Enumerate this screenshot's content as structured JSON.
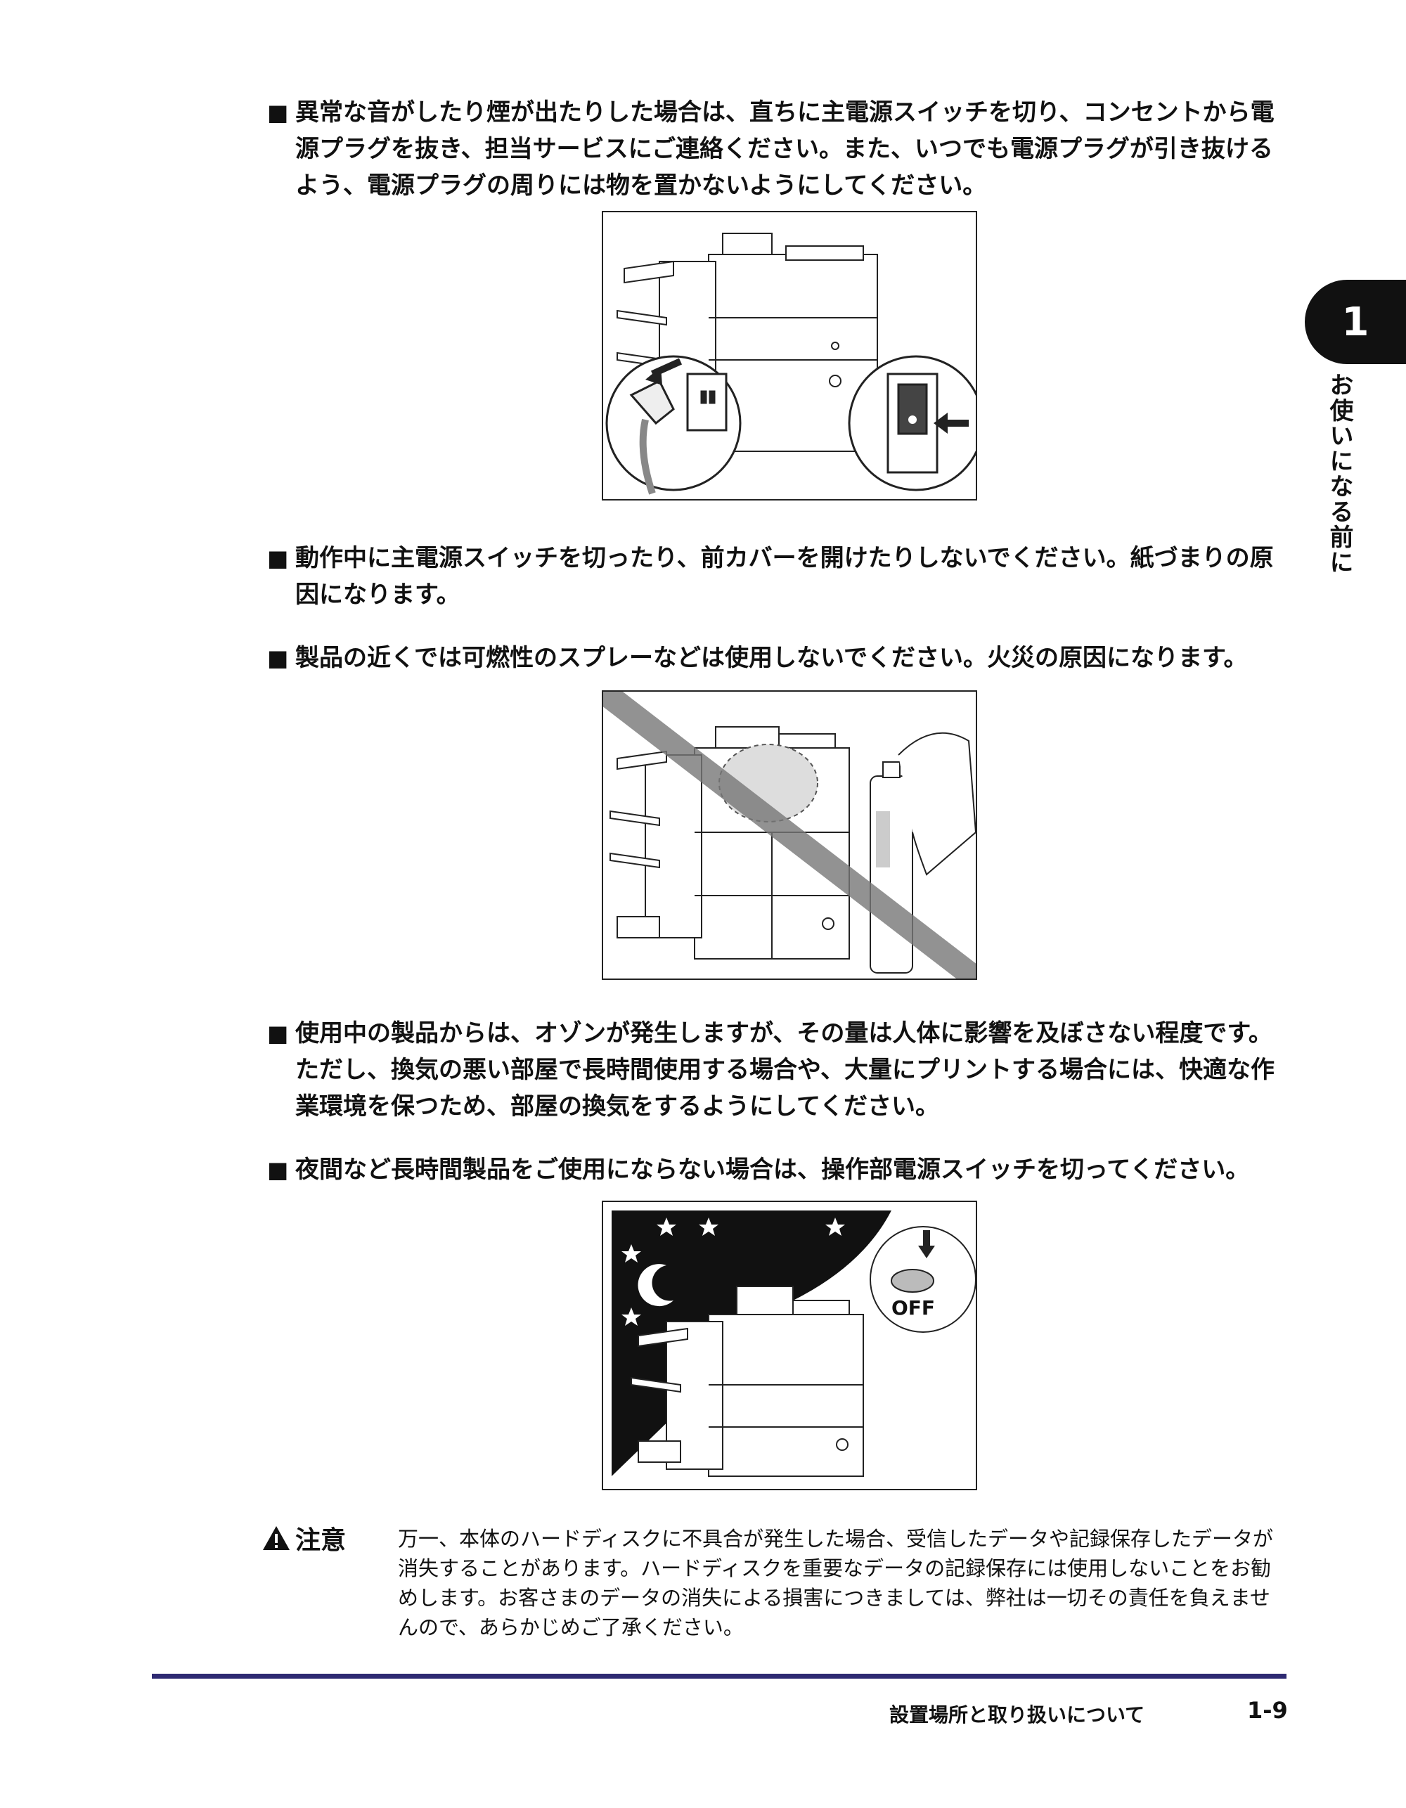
{
  "bullet_mark": "■",
  "bullets": [
    "異常な音がしたり煙が出たりした場合は、直ちに主電源スイッチを切り、コンセントから電源プラグを抜き、担当サービスにご連絡ください。また、いつでも電源プラグが引き抜けるよう、電源プラグの周りには物を置かないようにしてください。",
    "動作中に主電源スイッチを切ったり、前カバーを開けたりしないでください。紙づまりの原因になります。",
    "製品の近くでは可燃性のスプレーなどは使用しないでください。火災の原因になります。",
    "使用中の製品からは、オゾンが発生しますが、その量は人体に影響を及ぼさない程度です。ただし、換気の悪い部屋で長時間使用する場合や、大量にプリントする場合には、快適な作業環境を保つため、部屋の換気をするようにしてください。",
    "夜間など長時間製品をご使用にならない場合は、操作部電源スイッチを切ってください。"
  ],
  "figure3": {
    "off_label": "OFF"
  },
  "chapter": {
    "number": "1",
    "title": "お使いになる前に"
  },
  "caution": {
    "label": "注意",
    "text": "万一、本体のハードディスクに不具合が発生した場合、受信したデータや記録保存したデータが消失することがあります。ハードディスクを重要なデータの記録保存には使用しないことをお勧めします。お客さまのデータの消失による損害につきましては、弊社は一切その責任を負えませんので、あらかじめご了承ください。"
  },
  "footer": {
    "section_title": "設置場所と取り扱いについて",
    "page_number": "1-9"
  }
}
